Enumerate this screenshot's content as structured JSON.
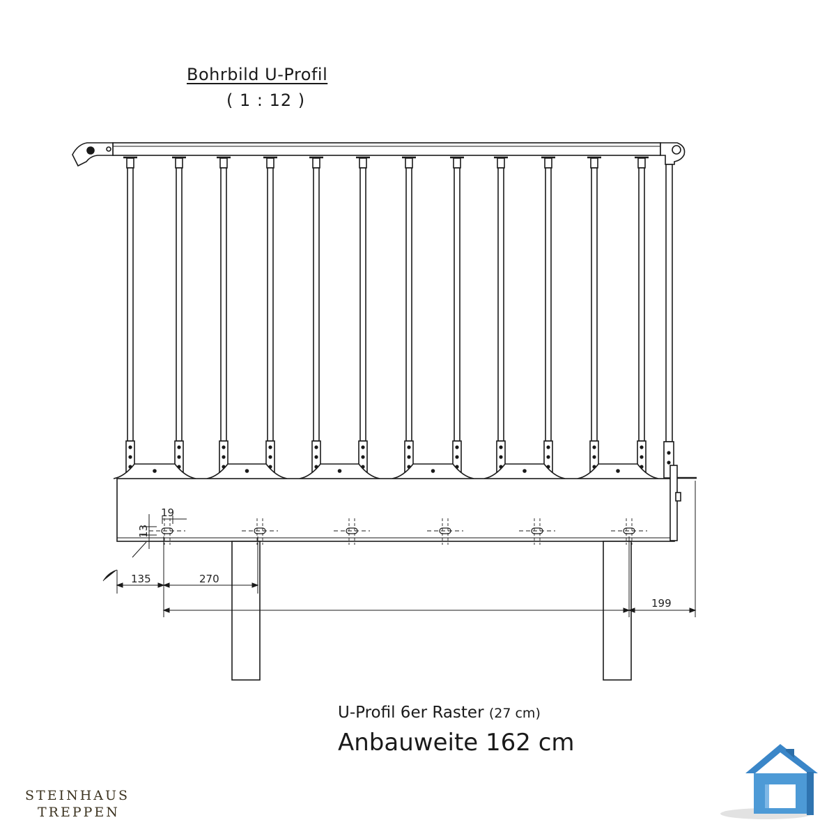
{
  "title": "Bohrbild U-Profil",
  "scale": "( 1 : 12 )",
  "dimensions": {
    "hole_width": "19",
    "hole_height": "13",
    "edge_offset": "135",
    "hole_spacing": "270",
    "end_offset": "199"
  },
  "caption": {
    "line1_main": "U-Profil 6er Raster",
    "line1_small": "(27 cm)",
    "line2": "Anbauweite 162 cm"
  },
  "brand": {
    "line1": "STEINHAUS",
    "line2": "TREPPEN"
  },
  "icon": "house-icon",
  "colors": {
    "line": "#1a1a1a",
    "house_blue": "#3a86c8",
    "brand": "#3c3320"
  }
}
